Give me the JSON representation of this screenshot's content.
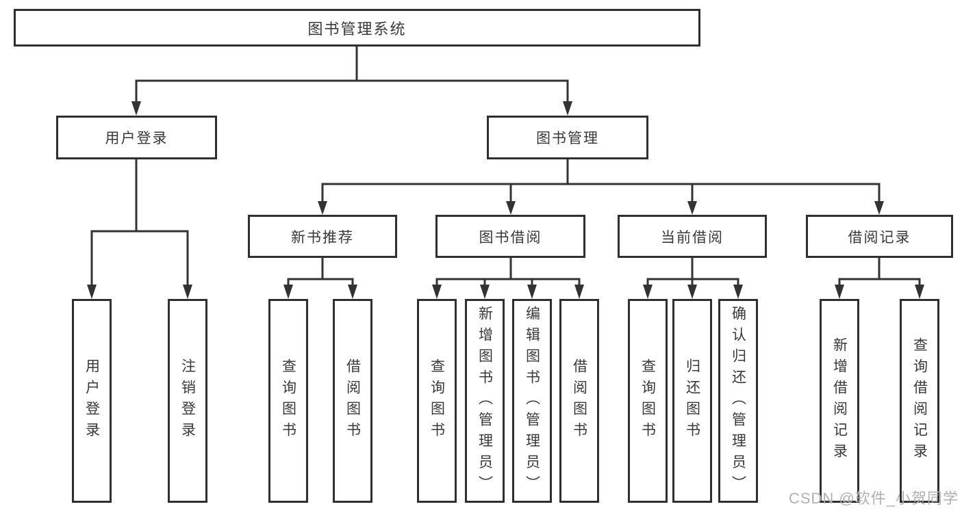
{
  "diagram_title": "图书管理系统",
  "tree": {
    "label": "图书管理系统",
    "children": [
      {
        "label": "用户登录",
        "children": [
          {
            "label": "用户登录"
          },
          {
            "label": "注销登录"
          }
        ]
      },
      {
        "label": "图书管理",
        "children": [
          {
            "label": "新书推荐",
            "children": [
              {
                "label": "查询图书"
              },
              {
                "label": "借阅图书"
              }
            ]
          },
          {
            "label": "图书借阅",
            "children": [
              {
                "label": "查询图书"
              },
              {
                "label": "新增图书（管理员）"
              },
              {
                "label": "编辑图书（管理员）"
              },
              {
                "label": "借阅图书"
              }
            ]
          },
          {
            "label": "当前借阅",
            "children": [
              {
                "label": "查询图书"
              },
              {
                "label": "归还图书"
              },
              {
                "label": "确认归还（管理员）"
              }
            ]
          },
          {
            "label": "借阅记录",
            "children": [
              {
                "label": "新增借阅记录"
              },
              {
                "label": "查询借阅记录"
              }
            ]
          }
        ]
      }
    ]
  },
  "watermark": {
    "text": "CSDN @软件_小贺同学"
  },
  "colors": {
    "line": "#333333",
    "box_border": "#2f2f2f",
    "text": "#383838",
    "background": "#ffffff",
    "watermark": "#b0b0b0"
  }
}
